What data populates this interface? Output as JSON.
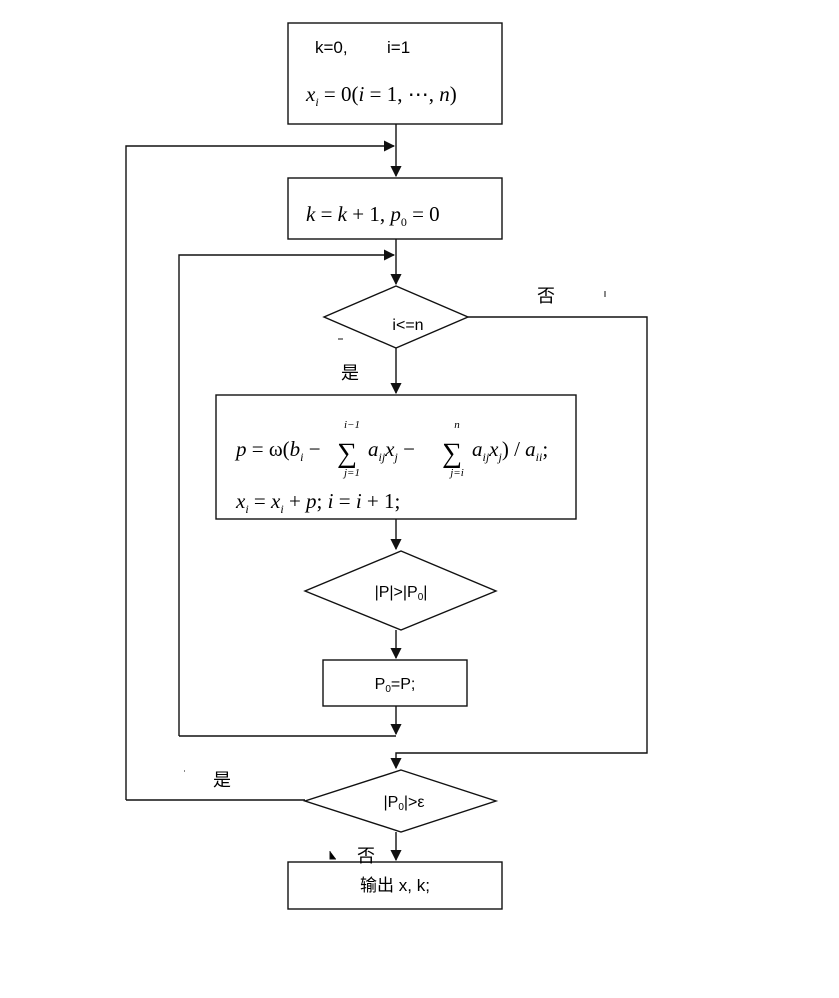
{
  "flowchart": {
    "init": {
      "line1_k": "k=0,",
      "line1_i": "i=1",
      "line2": {
        "x": "x",
        "sub": "i",
        "eq": " = 0(",
        "i": "i",
        "rest": " = 1, ⋯, ",
        "n": "n",
        "close": ")"
      }
    },
    "step_k": {
      "k1": "k",
      "eq1": " = ",
      "k2": "k",
      "plus": " + 1, ",
      "p": "p",
      "sub": "0",
      "eq2": " = 0"
    },
    "cond_i": "i<=n",
    "cond_i_yes": "是",
    "cond_i_no": "否",
    "update": {
      "line1": {
        "p": "p",
        "eq": " = ω(",
        "b": "b",
        "b_sub": "i",
        "minus1": " − ",
        "sum1_top": "i−1",
        "sum1_bottom": "j=1",
        "a1": "a",
        "a1_sub": "ij",
        "x1": "x",
        "x1_sub": "j",
        "minus2": " − ",
        "sum2_top": "n",
        "sum2_bottom": "j=i",
        "a2": "a",
        "a2_sub": "ij",
        "x2": "x",
        "x2_sub": "j",
        "div": ") / ",
        "a3": "a",
        "a3_sub": "ii",
        "semi": ";"
      },
      "line2": {
        "x1": "x",
        "x1_sub": "i",
        "eq": " = ",
        "x2": "x",
        "x2_sub": "i",
        "plus": " + ",
        "p": "p",
        "semi": "; ",
        "i1": "i",
        "eq2": " = ",
        "i2": "i",
        "plus1": " + 1;"
      }
    },
    "cond_p": {
      "left": "|P|>|P",
      "sub": "0",
      "right": "|"
    },
    "assign_p": {
      "left": "P",
      "sub": "0",
      "right": "=P;"
    },
    "cond_eps": {
      "left": "|P",
      "sub": "0",
      "right": "|>ε"
    },
    "cond_eps_yes": "是",
    "cond_eps_no": "否",
    "output": "输出 x, k;"
  }
}
